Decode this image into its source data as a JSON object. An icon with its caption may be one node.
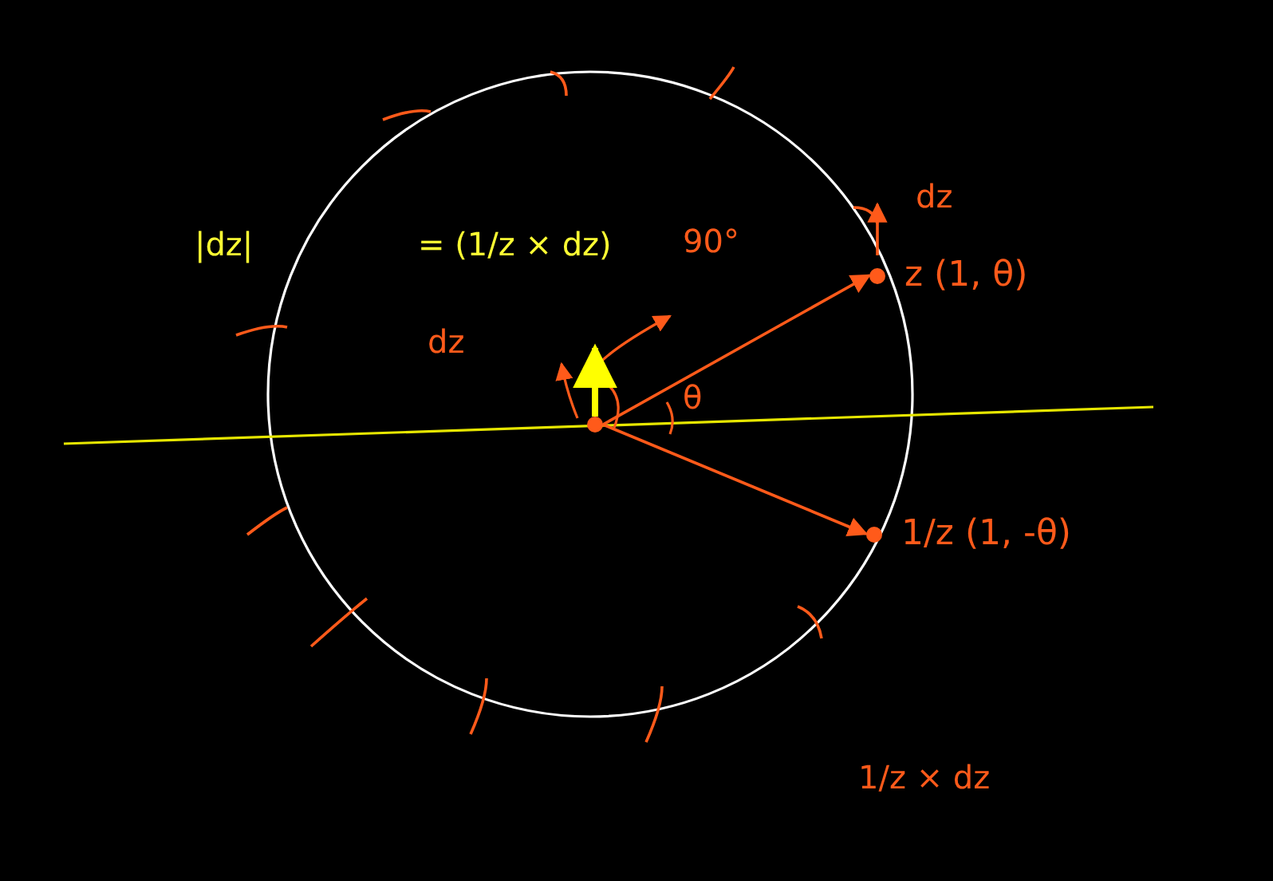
{
  "diagram": {
    "nodes": [
      {
        "text": [],
        "shape": "circle"
      },
      {
        "text": [
          "z (1, θ)"
        ]
      },
      {
        "text": [
          "1/z (1, -θ)"
        ]
      }
    ],
    "edges": [
      {
        "from": 0,
        "to": 1,
        "arrow": "to"
      },
      {
        "from": 0,
        "to": 2,
        "arrow": "to"
      },
      {
        "from": 1,
        "to": null,
        "arrow": "to"
      },
      {
        "from": 0,
        "to": null,
        "arrow": "to",
        "style": "thick",
        "color": "#ffff00"
      }
    ],
    "labels": [
      "|dz|",
      "= (1/z × dz)",
      "dz",
      "90°",
      "θ",
      "dz",
      "1/z × dz"
    ]
  }
}
